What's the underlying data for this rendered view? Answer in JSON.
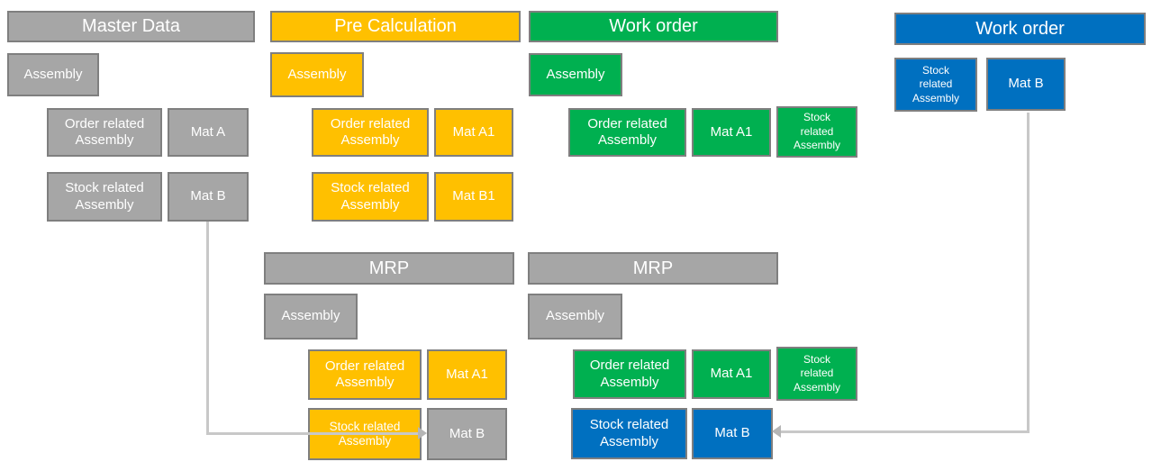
{
  "colors": {
    "gray_fill": "#a6a6a6",
    "yellow_fill": "#ffc000",
    "green_fill": "#00b050",
    "blue_fill": "#0070c0",
    "box_border": "#7f7f7f",
    "connector": "#c8c8c8",
    "text": "#ffffff",
    "background": "#ffffff"
  },
  "sections": {
    "master_data": {
      "title": "Master Data",
      "assembly": "Assembly",
      "order_related_assembly": "Order related Assembly",
      "mat_a": "Mat A",
      "stock_related_assembly": "Stock related Assembly",
      "mat_b": "Mat B"
    },
    "pre_calculation": {
      "title": "Pre Calculation",
      "assembly": "Assembly",
      "order_related_assembly": "Order related Assembly",
      "mat_a1": "Mat A1",
      "stock_related_assembly": "Stock related Assembly",
      "mat_b1": "Mat B1"
    },
    "work_order": {
      "title": "Work order",
      "assembly": "Assembly",
      "order_related_assembly": "Order related Assembly",
      "mat_a1": "Mat A1",
      "stock_related_assembly": "Stock related Assembly"
    },
    "work_order_stock": {
      "title": "Work order",
      "stock_related_assembly": "Stock related Assembly",
      "mat_b": "Mat B"
    },
    "mrp_pre_calculation": {
      "title": "MRP",
      "assembly": "Assembly",
      "order_related_assembly": "Order related Assembly",
      "mat_a1": "Mat A1",
      "stock_related_assembly": "Stock related Assembly",
      "mat_b": "Mat B"
    },
    "mrp_work_order": {
      "title": "MRP",
      "assembly": "Assembly",
      "order_related_assembly": "Order related Assembly",
      "mat_a1": "Mat A1",
      "stock_related_assembly_green": "Stock related Assembly",
      "stock_related_assembly_blue": "Stock related Assembly",
      "mat_b": "Mat B"
    }
  }
}
